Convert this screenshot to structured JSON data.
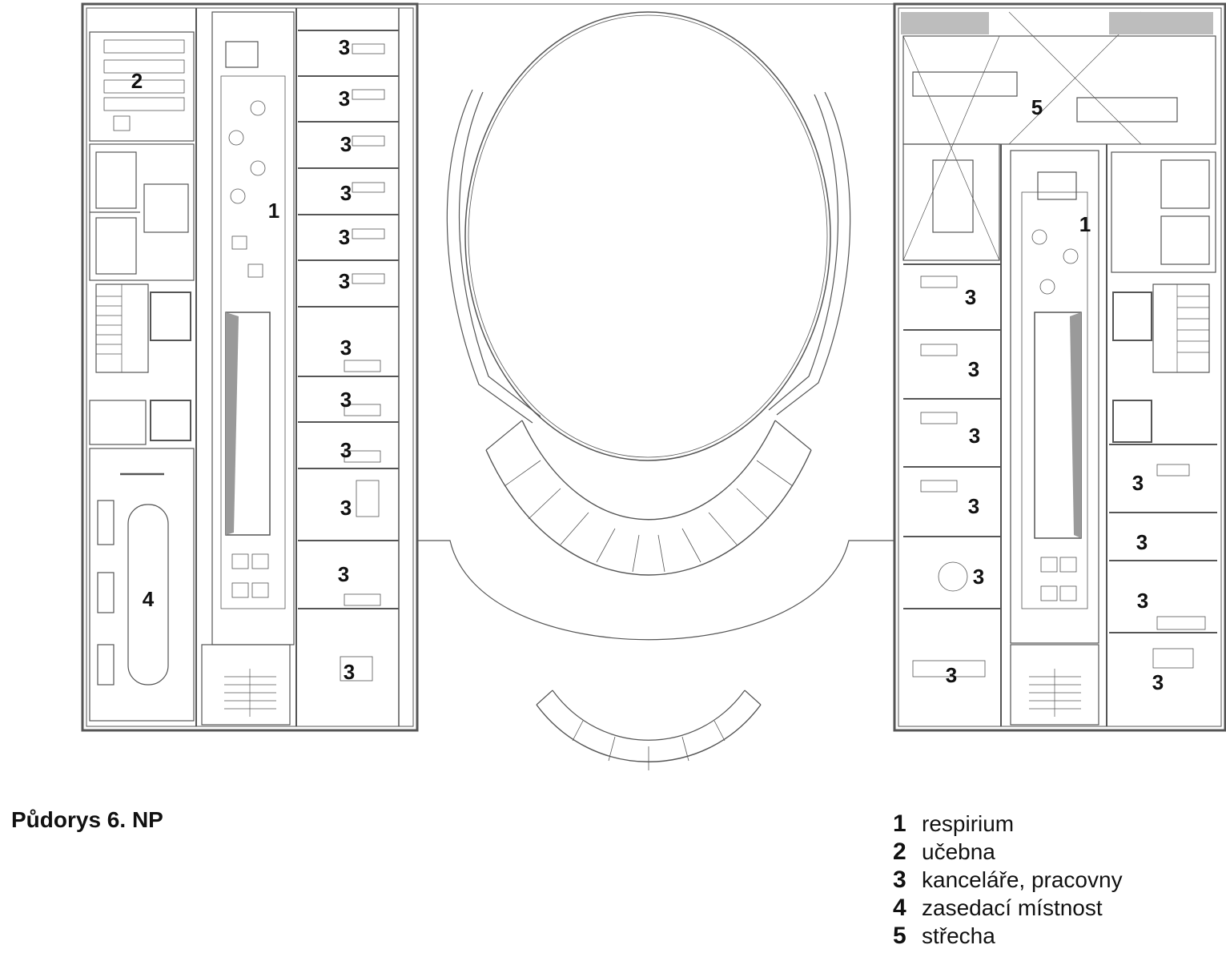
{
  "title": "Půdorys 6. NP",
  "legend": [
    {
      "num": "1",
      "text": "respirium"
    },
    {
      "num": "2",
      "text": "učebna"
    },
    {
      "num": "3",
      "text": "kanceláře, pracovny"
    },
    {
      "num": "4",
      "text": "zasedací místnost"
    },
    {
      "num": "5",
      "text": "střecha"
    }
  ],
  "room_labels": {
    "left_respirium": "1",
    "left_classroom": "2",
    "left_meeting": "4",
    "right_respirium": "1",
    "right_roof": "5",
    "office": "3"
  },
  "colors": {
    "line": "#555555",
    "wall_fill": "#9a9a9a",
    "text": "#111111"
  }
}
